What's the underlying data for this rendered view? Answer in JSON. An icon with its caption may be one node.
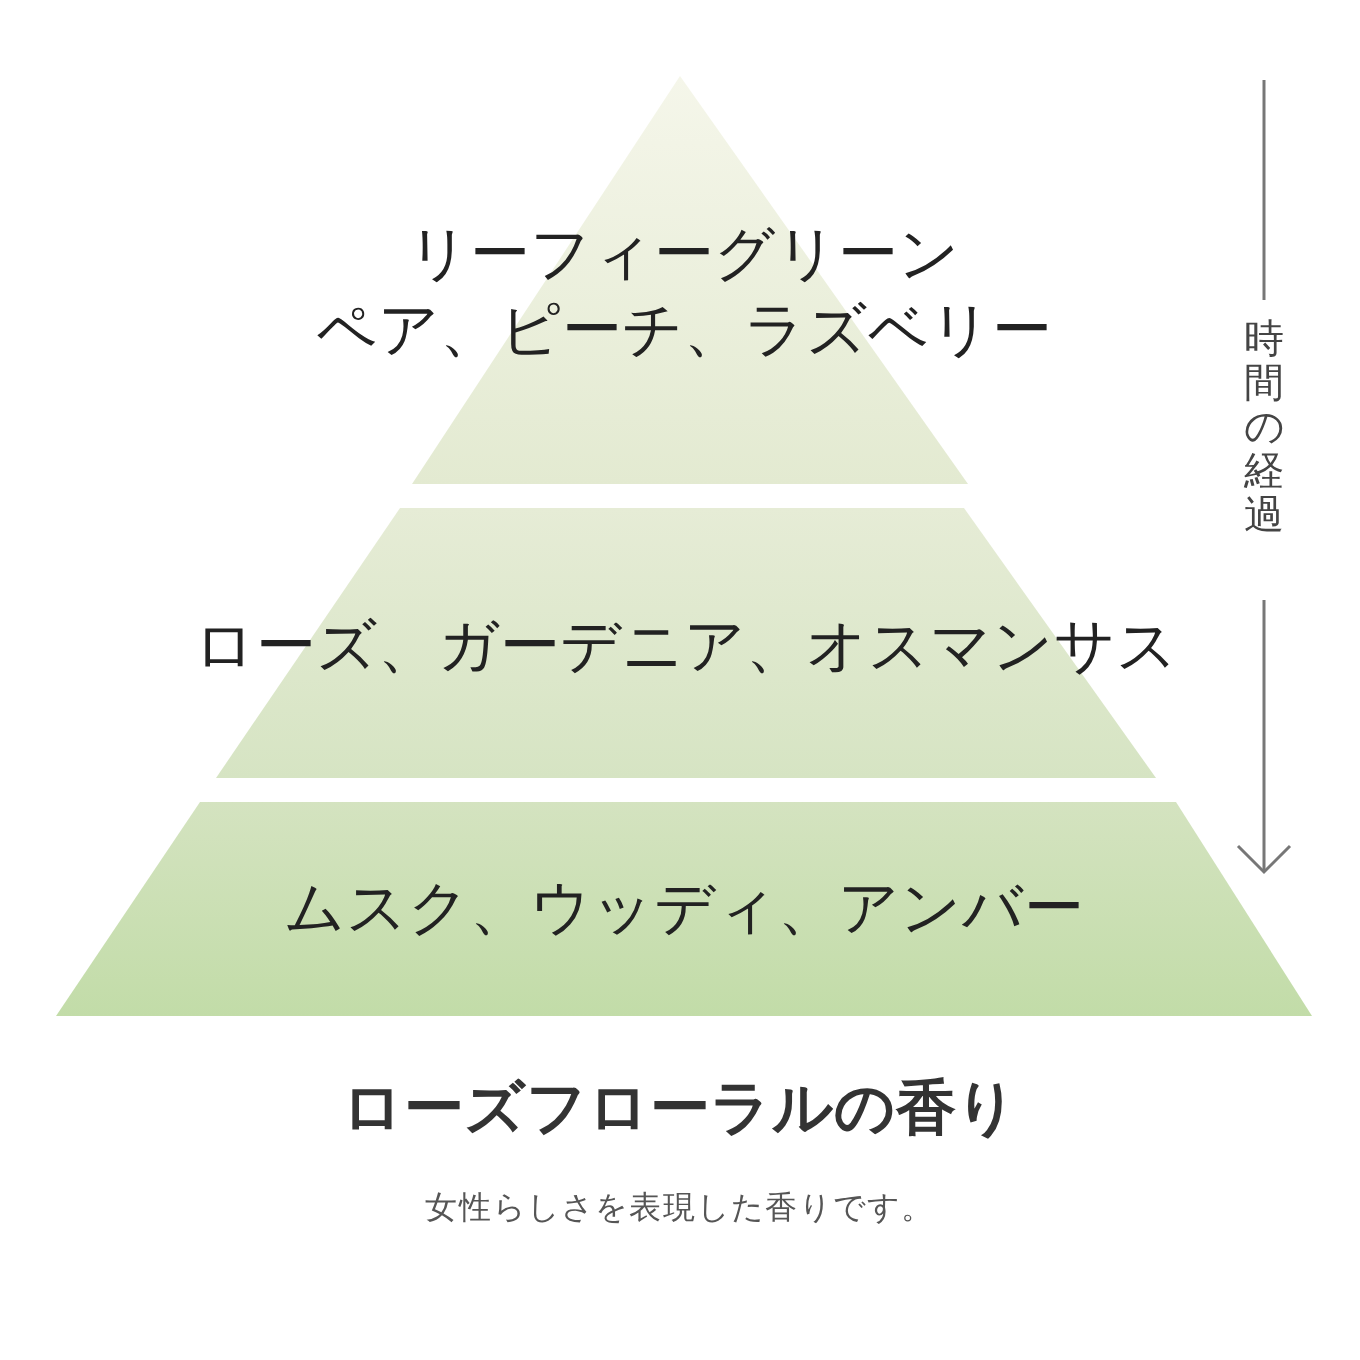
{
  "diagram": {
    "title": "ローズフローラルの香り",
    "caption": "女性らしさを表現した香りです。",
    "nodes": [
      {
        "text": [
          "リーフィーグリーン",
          "ペア、ピーチ、ラズベリー"
        ]
      },
      {
        "text": [
          "ローズ、ガーデニア、オスマンサス"
        ]
      },
      {
        "text": [
          "ムスク、ウッディ、アンバー"
        ]
      }
    ],
    "labels": [
      "時間の経過"
    ]
  }
}
